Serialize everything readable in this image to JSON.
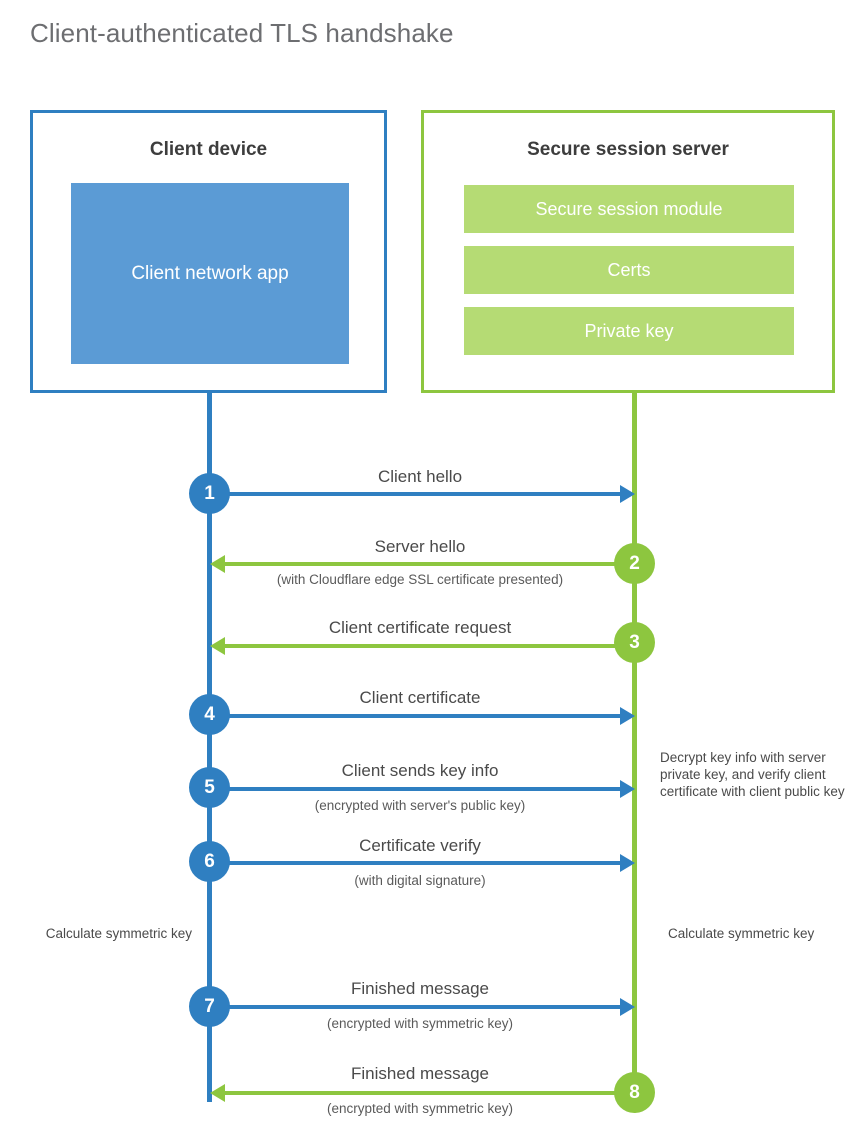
{
  "title": "Client-authenticated TLS handshake",
  "colors": {
    "client_blue": "#2f7fc1",
    "client_app_fill": "#5b9bd5",
    "server_green": "#8dc63f",
    "server_item_fill": "#b5db74",
    "text": "#4a4a4a",
    "title_text": "#6d6e71"
  },
  "parties": {
    "client": {
      "title": "Client device",
      "app_label": "Client network app"
    },
    "server": {
      "title": "Secure session server",
      "items": [
        {
          "label": "Secure session module"
        },
        {
          "label": "Certs"
        },
        {
          "label": "Private key"
        }
      ]
    }
  },
  "steps": [
    {
      "number": "1",
      "side": "client",
      "direction": "right",
      "label": "Client hello",
      "sublabel": ""
    },
    {
      "number": "2",
      "side": "server",
      "direction": "left",
      "label": "Server hello",
      "sublabel": "(with Cloudflare edge SSL certificate presented)"
    },
    {
      "number": "3",
      "side": "server",
      "direction": "left",
      "label": "Client certificate request",
      "sublabel": ""
    },
    {
      "number": "4",
      "side": "client",
      "direction": "right",
      "label": "Client certificate",
      "sublabel": ""
    },
    {
      "number": "5",
      "side": "client",
      "direction": "right",
      "label": "Client sends key info",
      "sublabel": "(encrypted with server's public key)"
    },
    {
      "number": "6",
      "side": "client",
      "direction": "right",
      "label": "Certificate verify",
      "sublabel": "(with digital signature)"
    },
    {
      "number": "7",
      "side": "client",
      "direction": "right",
      "label": "Finished message",
      "sublabel": "(encrypted with symmetric key)"
    },
    {
      "number": "8",
      "side": "server",
      "direction": "left",
      "label": "Finished message",
      "sublabel": "(encrypted with symmetric key)"
    }
  ],
  "notes": {
    "server_decrypt": "Decrypt key info with server private key, and verify client certificate with client public key",
    "client_calculate": "Calculate symmetric key",
    "server_calculate": "Calculate symmetric key"
  }
}
